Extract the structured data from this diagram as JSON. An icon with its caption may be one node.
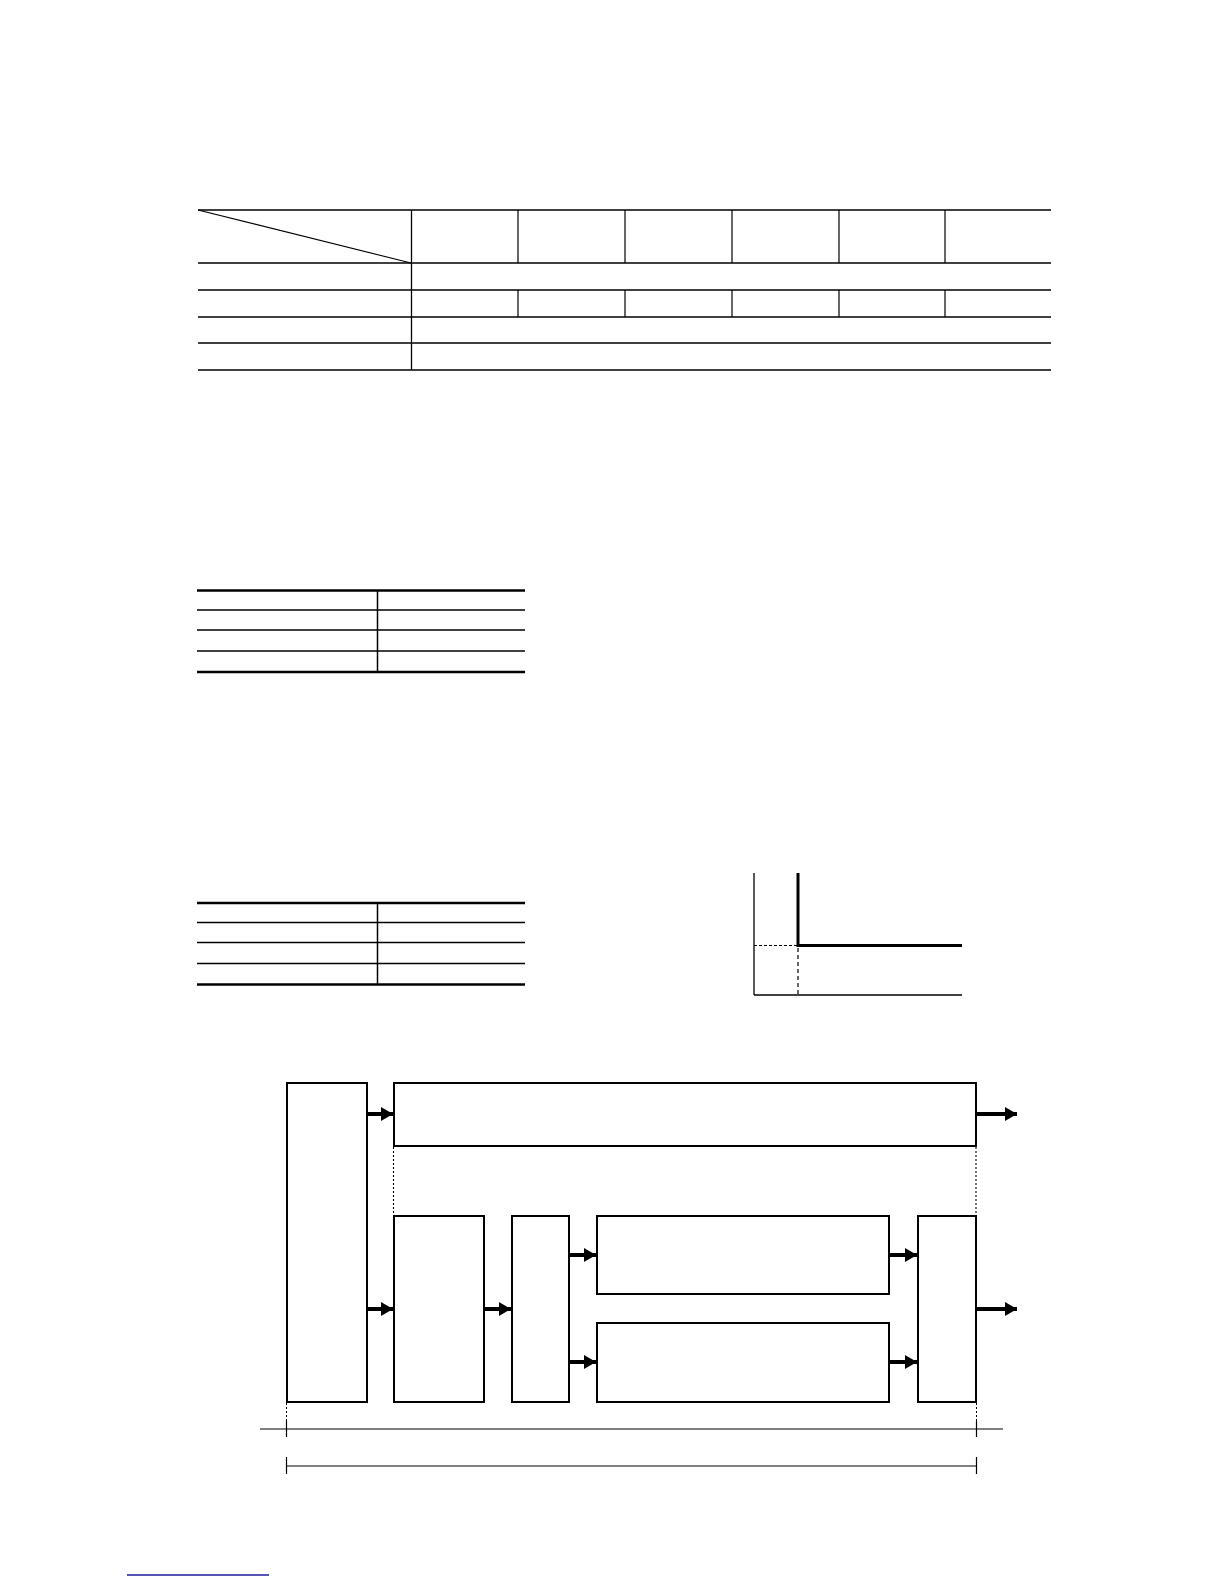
{
  "diagram": {
    "nodes": [
      {
        "text": [],
        "shape": "box"
      },
      {
        "text": [],
        "shape": "box"
      },
      {
        "text": [],
        "shape": "box"
      },
      {
        "text": [],
        "shape": "box"
      },
      {
        "text": [],
        "shape": "box"
      },
      {
        "text": [],
        "shape": "box"
      },
      {
        "text": [],
        "shape": "box"
      }
    ],
    "edges": [
      {
        "from": 0,
        "to": 1,
        "arrow": "to"
      },
      {
        "from": 0,
        "to": 2,
        "arrow": "to"
      },
      {
        "from": 1,
        "to": null,
        "arrow": "to"
      },
      {
        "from": 1,
        "to": 2,
        "arrow": "none",
        "style": "dashed"
      },
      {
        "from": 1,
        "to": 6,
        "arrow": "none",
        "style": "dashed"
      },
      {
        "from": 2,
        "to": 3,
        "arrow": "to"
      },
      {
        "from": 3,
        "to": 4,
        "arrow": "to"
      },
      {
        "from": 3,
        "to": 5,
        "arrow": "to"
      },
      {
        "from": 4,
        "to": 6,
        "arrow": "to"
      },
      {
        "from": 5,
        "to": 6,
        "arrow": "to"
      },
      {
        "from": 6,
        "to": null,
        "arrow": "to"
      }
    ]
  }
}
